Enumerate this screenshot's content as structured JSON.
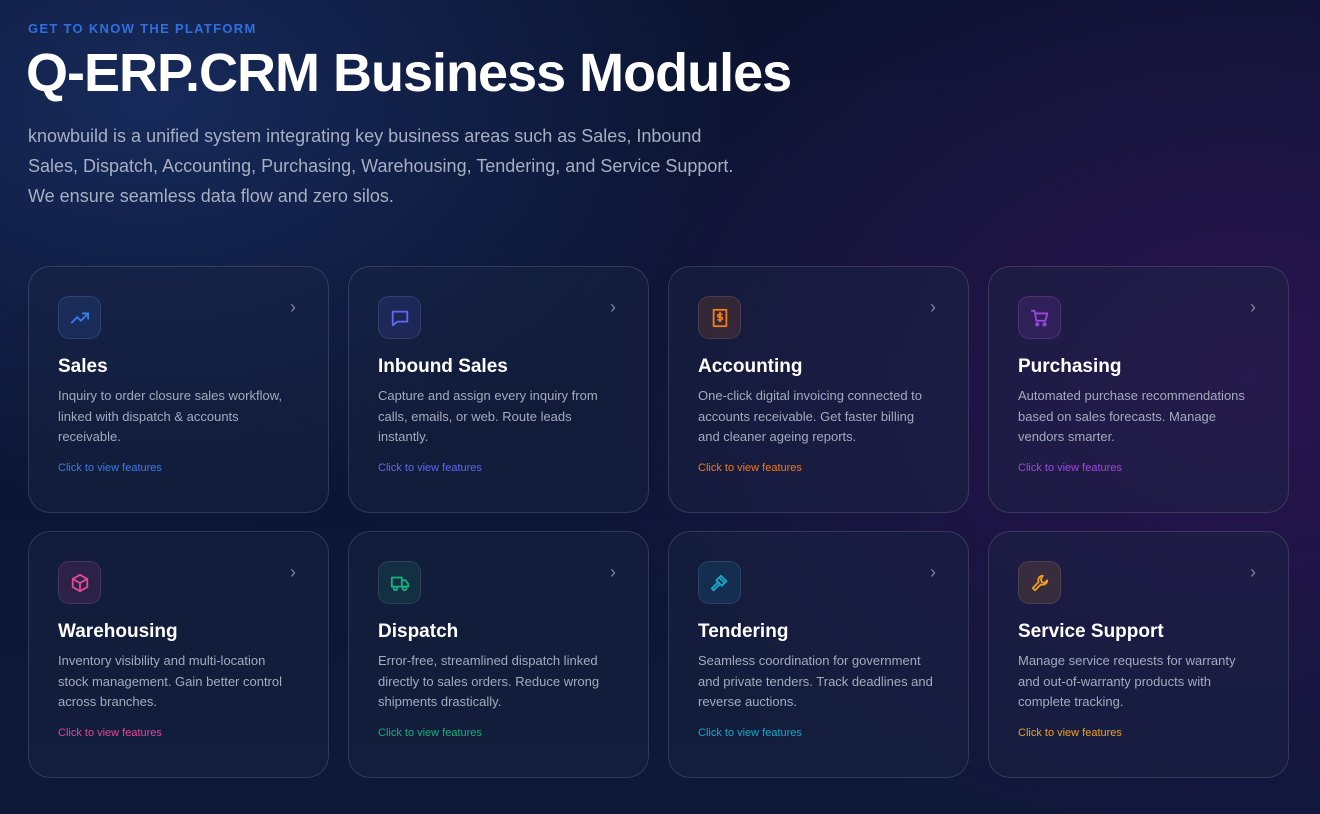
{
  "header": {
    "eyebrow": "GET TO KNOW THE PLATFORM",
    "title": "Q-ERP.CRM Business Modules",
    "intro": "knowbuild is a unified system integrating key business areas such as Sales, Inbound Sales, Dispatch, Accounting, Purchasing, Warehousing, Tendering, and Service Support. We ensure seamless data flow and zero silos."
  },
  "modules": [
    {
      "title": "Sales",
      "desc": "Inquiry to order closure sales workflow, linked with dispatch & accounts receivable.",
      "link": "Click to view features",
      "icon": "trending-up-icon",
      "color": "#3b7be8"
    },
    {
      "title": "Inbound Sales",
      "desc": "Capture and assign every inquiry from calls, emails, or web. Route leads instantly.",
      "link": "Click to view features",
      "icon": "message-icon",
      "color": "#6366f1"
    },
    {
      "title": "Accounting",
      "desc": "One-click digital invoicing connected to accounts receivable. Get faster billing and cleaner ageing reports.",
      "link": "Click to view features",
      "icon": "receipt-icon",
      "color": "#f07a1a"
    },
    {
      "title": "Purchasing",
      "desc": "Automated purchase recommendations based on sales forecasts. Manage vendors smarter.",
      "link": "Click to view features",
      "icon": "cart-icon",
      "color": "#a046e0"
    },
    {
      "title": "Warehousing",
      "desc": "Inventory visibility and multi-location stock management. Gain better control across branches.",
      "link": "Click to view features",
      "icon": "package-icon",
      "color": "#e04898"
    },
    {
      "title": "Dispatch",
      "desc": "Error-free, streamlined dispatch linked directly to sales orders. Reduce wrong shipments drastically.",
      "link": "Click to view features",
      "icon": "truck-icon",
      "color": "#16b07a"
    },
    {
      "title": "Tendering",
      "desc": "Seamless coordination for government and private tenders. Track deadlines and reverse auctions.",
      "link": "Click to view features",
      "icon": "gavel-icon",
      "color": "#15a8c8"
    },
    {
      "title": "Service Support",
      "desc": "Manage service requests for warranty and out-of-warranty products with complete tracking.",
      "link": "Click to view features",
      "icon": "wrench-icon",
      "color": "#f0a020"
    }
  ]
}
